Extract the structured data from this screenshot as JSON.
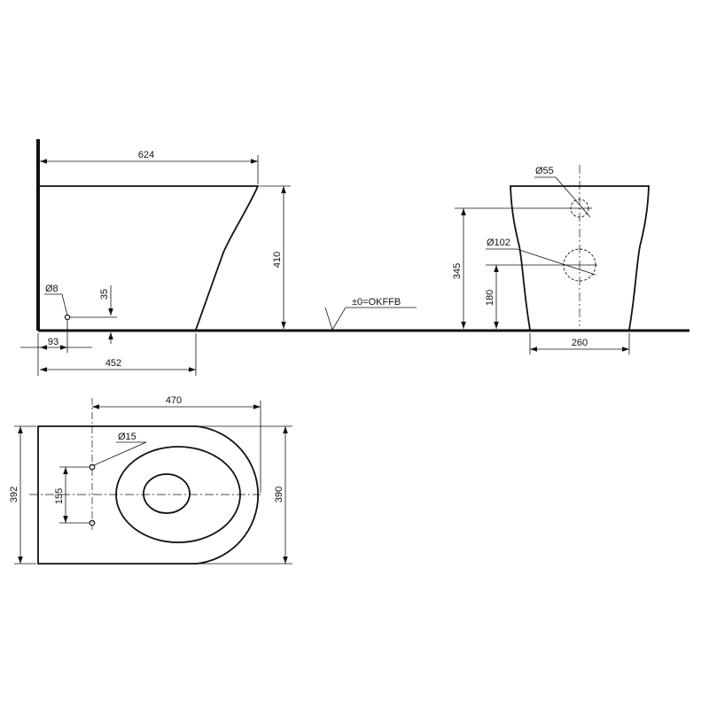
{
  "colors": {
    "line": "#111111",
    "background": "#ffffff"
  },
  "side_view": {
    "length_label": "624",
    "height_label": "410",
    "pipe_diameter_label": "Ø8",
    "pipe_height_label": "35",
    "pipe_offset_label": "93",
    "base_length_label": "452",
    "floor_reference_label": "±0=OKFFB"
  },
  "front_view": {
    "upper_diameter_label": "Ø55",
    "lower_diameter_label": "Ø102",
    "upper_height_label": "345",
    "lower_height_label": "180",
    "base_width_label": "260"
  },
  "top_view": {
    "length_label": "470",
    "hole_diameter_label": "Ø15",
    "hole_spacing_label": "155",
    "outer_width_label": "392",
    "inner_width_label": "390"
  }
}
